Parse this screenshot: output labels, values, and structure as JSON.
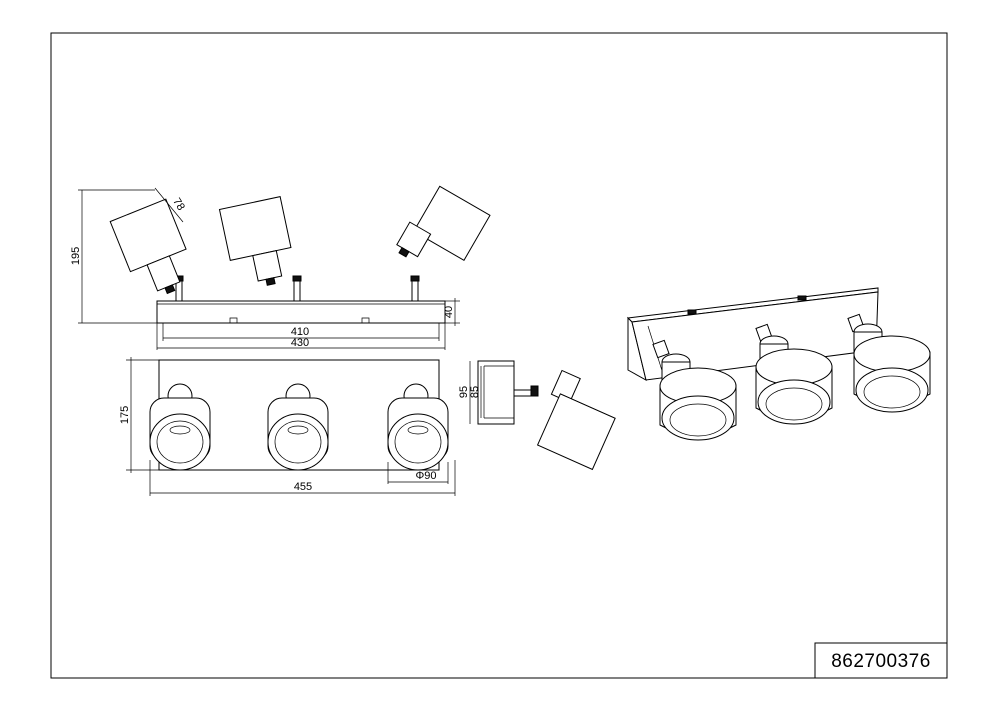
{
  "drawing": {
    "article_number": "862700376",
    "dimensions": {
      "shade_depth": "78",
      "total_height": "195",
      "base_height": "40",
      "mount_spacing": "410",
      "base_length": "430",
      "projection": "175",
      "overall_width": "455",
      "shade_diameter": "Φ90",
      "side_height_outer": "95",
      "side_height_inner": "85"
    }
  }
}
